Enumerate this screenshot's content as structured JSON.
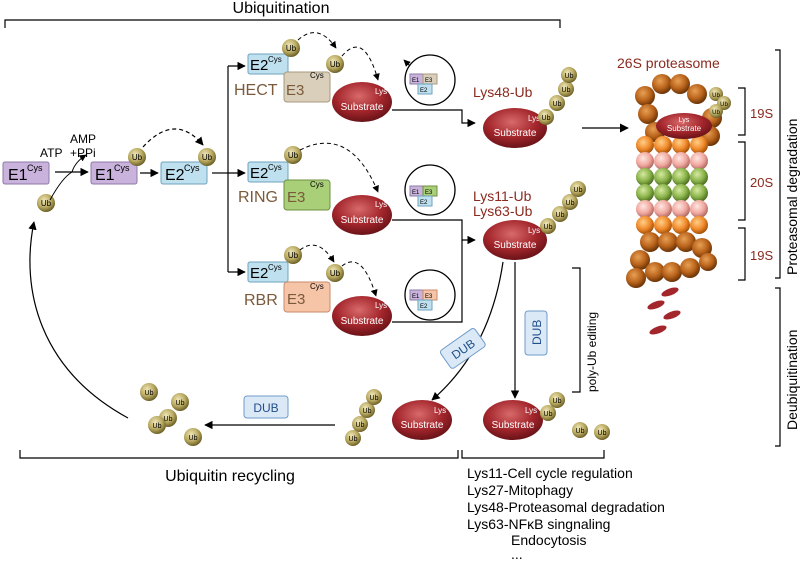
{
  "sections": {
    "ubiquitination": "Ubiquitination",
    "recycling": "Ubiquitin recycling",
    "proteasome_title": "26S proteasome",
    "proteasomal_degradation": "Proteasomal degradation",
    "deubiquitination": "Deubiquitination",
    "poly_ub_editing": "poly-Ub editing"
  },
  "labels": {
    "e1": "E1",
    "e2": "E2",
    "e3": "E3",
    "cys": "Cys",
    "ub": "Ub",
    "lys": "Lys",
    "substrate": "Substrate",
    "dub": "DUB",
    "atp": "ATP",
    "amp": "AMP",
    "ppi": "+PPi"
  },
  "e3_classes": [
    "HECT",
    "RING",
    "RBR"
  ],
  "chains": {
    "lys48": "Lys48-Ub",
    "lys11": "Lys11-Ub",
    "lys63": "Lys63-Ub"
  },
  "proteasome_parts": [
    "19S",
    "20S",
    "19S"
  ],
  "functions": [
    "Lys11-Cell cycle regulation",
    "Lys27-Mitophagy",
    "Lys48-Proteasomal degradation",
    "Lys63-NFκB singnaling",
    "Endocytosis",
    "..."
  ],
  "colors": {
    "e1": "#c9b3dc",
    "e2": "#bfe0ef",
    "hect": "#d9cfbb",
    "ring": "#a9cf78",
    "rbr": "#f6c5a8",
    "substrate": "#a3262c",
    "ub": "#b8a960",
    "text_red": "#8b2a1f",
    "text_brown": "#7a5a3a"
  }
}
